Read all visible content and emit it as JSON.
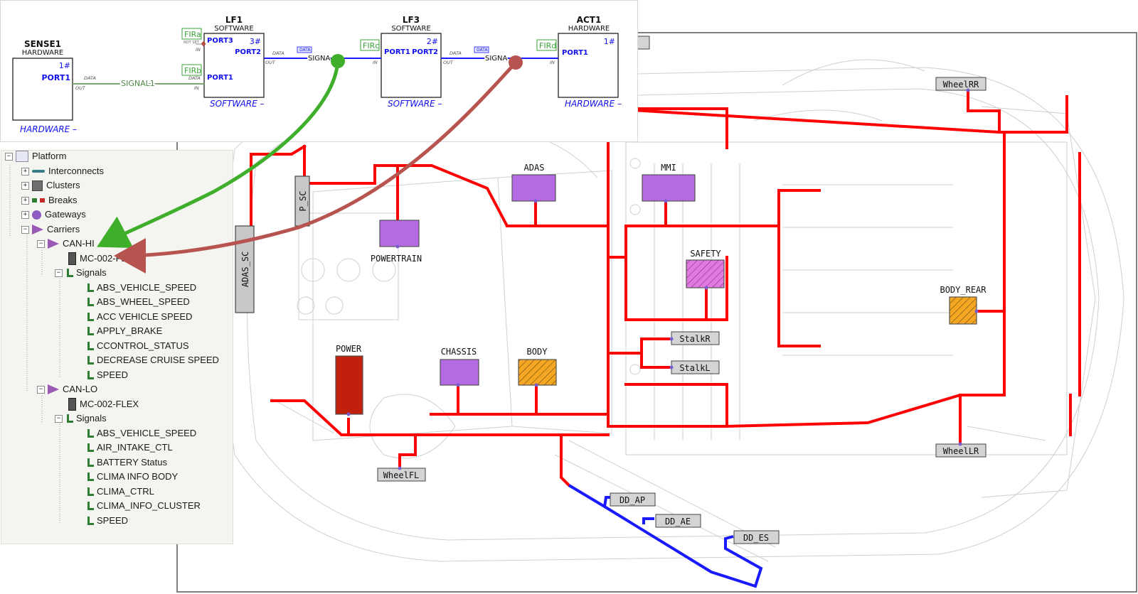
{
  "signal_flow": {
    "blocks": [
      {
        "name": "SENSE1",
        "kind": "HARDWARE",
        "num": "1#",
        "port": "PORT1",
        "footer": "HARDWARE –"
      },
      {
        "name": "LF1",
        "kind": "SOFTWARE",
        "num": "3#",
        "port_in_a": "PORT3",
        "port_in_b": "PORT1",
        "port_out": "PORT2",
        "footer": "SOFTWARE –",
        "notset": "NOT SET"
      },
      {
        "name": "LF3",
        "kind": "SOFTWARE",
        "num": "2#",
        "port_in": "PORT1",
        "port_out": "PORT2",
        "footer": "SOFTWARE –"
      },
      {
        "name": "ACT1",
        "kind": "HARDWARE",
        "num": "1#",
        "port": "PORT1",
        "footer": "HARDWARE –"
      }
    ],
    "signals": {
      "signal1": "SIGNAL1",
      "signal_a": "SIGNA",
      "signal_b": "SIGNA"
    },
    "fir_tags": {
      "a": "FIRa",
      "b": "FIRb",
      "c": "FIRc",
      "d": "FIRd"
    },
    "port_words": {
      "data": "DATA",
      "out": "OUT",
      "in": "IN"
    }
  },
  "tree": {
    "root": "Platform",
    "items": [
      {
        "label": "Interconnects"
      },
      {
        "label": "Clusters"
      },
      {
        "label": "Breaks"
      },
      {
        "label": "Gateways"
      },
      {
        "label": "Carriers"
      }
    ],
    "carrier1": {
      "label": "CAN-HI",
      "controller": "MC-002-FLEX",
      "signals_label": "Signals",
      "signals": [
        "ABS_VEHICLE_SPEED",
        "ABS_WHEEL_SPEED",
        "ACC VEHICLE SPEED",
        "APPLY_BRAKE",
        "CCONTROL_STATUS",
        "DECREASE CRUISE SPEED",
        "SPEED"
      ]
    },
    "carrier2": {
      "label": "CAN-LO",
      "controller": "MC-002-FLEX",
      "signals_label": "Signals",
      "signals": [
        "ABS_VEHICLE_SPEED",
        "AIR_INTAKE_CTL",
        "BATTERY Status",
        "CLIMA INFO BODY",
        "CLIMA_CTRL",
        "CLIMA_INFO_CLUSTER",
        "SPEED"
      ]
    }
  },
  "layout": {
    "ecus": {
      "adas": "ADAS",
      "mmi": "MMI",
      "powertrain": "POWERTRAIN",
      "safety": "SAFETY",
      "power": "POWER",
      "chassis": "CHASSIS",
      "body": "BODY",
      "body_rear": "BODY_REAR"
    },
    "connectors": {
      "wheel_rr": "WheelRR",
      "wheel_lr": "WheelLR",
      "wheel_fl": "WheelFL",
      "stalk_r": "StalkR",
      "stalk_l": "StalkL",
      "dd_ap": "DD_AP",
      "dd_ae": "DD_AE",
      "dd_es": "DD_ES"
    },
    "vertical_labels": {
      "adas_sc": "ADAS_SC",
      "p_sc": "P_SC"
    }
  },
  "colors": {
    "harness": "#ff0000",
    "harness_blue": "#1a1aff",
    "ecu_purple": "#b36ae2",
    "safety": "#e07ae0",
    "orange": "#f5a623",
    "power": "#c0200c",
    "arrow_green": "#3fae2a",
    "arrow_red": "#b85450",
    "port_blue": "#1010ee"
  }
}
